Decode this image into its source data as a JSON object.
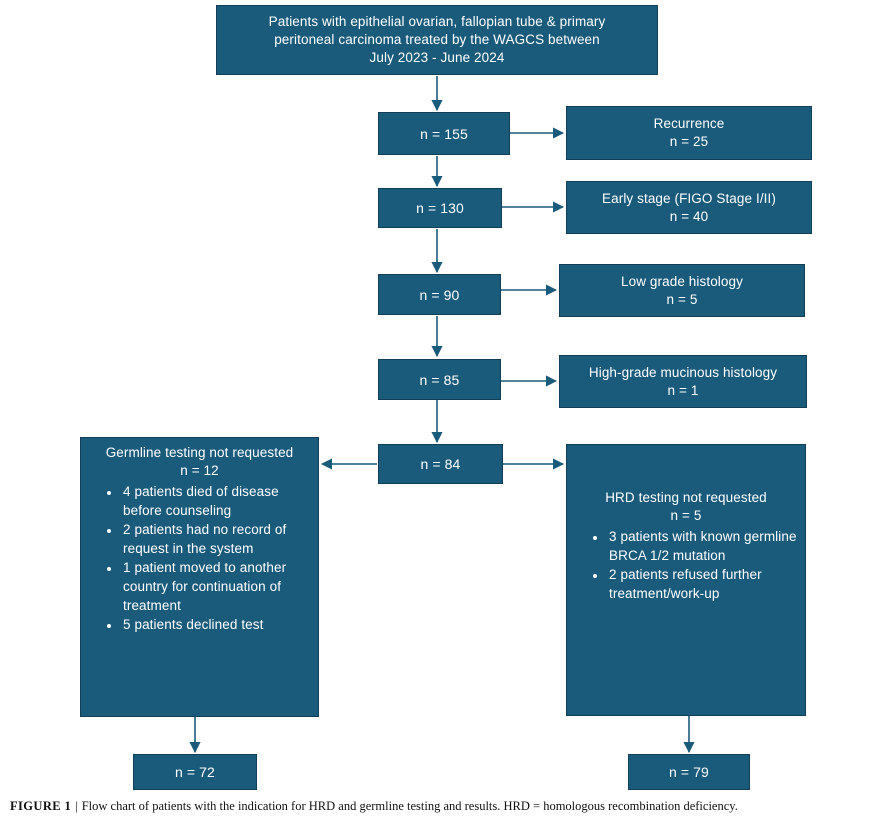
{
  "figure": {
    "label": "FIGURE 1",
    "separator": "|",
    "caption": "Flow chart of patients with the indication for HRD and germline testing and results. HRD = homologous recombination deficiency."
  },
  "colors": {
    "box_fill": "#1a5b7c",
    "box_border": "#123f57",
    "box_text": "#ffffff",
    "connector": "#1a5b7c",
    "page_background": "#ffffff"
  },
  "chart_data": {
    "type": "diagram",
    "title": "Flow chart of patients with the indication for HRD and germline testing and results",
    "nodes": [
      {
        "id": "cohort",
        "label": "Patients with epithelial ovarian, fallopian tube & primary\nperitoneal carcinoma treated by the WAGCS between\nJuly 2023 - June 2024",
        "n": null
      },
      {
        "id": "n155",
        "label": "n = 155",
        "n": 155
      },
      {
        "id": "n130",
        "label": "n = 130",
        "n": 130
      },
      {
        "id": "n90",
        "label": "n = 90",
        "n": 90
      },
      {
        "id": "n85",
        "label": "n = 85",
        "n": 85
      },
      {
        "id": "n84",
        "label": "n = 84",
        "n": 84
      },
      {
        "id": "recurrence",
        "title": "Recurrence",
        "label": "n = 25",
        "n": 25
      },
      {
        "id": "early_stage",
        "title": "Early stage (FIGO Stage I/II)",
        "label": "n = 40",
        "n": 40
      },
      {
        "id": "low_grade",
        "title": "Low grade histology",
        "label": "n = 5",
        "n": 5
      },
      {
        "id": "high_grade_mucinous",
        "title": "High-grade mucinous histology",
        "label": "n = 1",
        "n": 1
      },
      {
        "id": "germline_not_requested",
        "title": "Germline testing not requested",
        "label": "n = 12",
        "n": 12
      },
      {
        "id": "hrd_not_requested",
        "title": "HRD testing not requested",
        "label": "n = 5",
        "n": 5
      },
      {
        "id": "n72",
        "label": "n = 72",
        "n": 72
      },
      {
        "id": "n79",
        "label": "n = 79",
        "n": 79
      }
    ],
    "edges": [
      {
        "from": "cohort",
        "to": "n155"
      },
      {
        "from": "n155",
        "to": "recurrence"
      },
      {
        "from": "n155",
        "to": "n130"
      },
      {
        "from": "n130",
        "to": "early_stage"
      },
      {
        "from": "n130",
        "to": "n90"
      },
      {
        "from": "n90",
        "to": "low_grade"
      },
      {
        "from": "n90",
        "to": "n85"
      },
      {
        "from": "n85",
        "to": "high_grade_mucinous"
      },
      {
        "from": "n85",
        "to": "n84"
      },
      {
        "from": "n84",
        "to": "germline_not_requested"
      },
      {
        "from": "n84",
        "to": "hrd_not_requested"
      },
      {
        "from": "germline_not_requested",
        "to": "n72"
      },
      {
        "from": "hrd_not_requested",
        "to": "n79"
      }
    ]
  },
  "boxes": {
    "cohort": {
      "text": "Patients with epithelial ovarian, fallopian tube & primary\nperitoneal carcinoma treated by the WAGCS between\nJuly 2023 - June 2024"
    },
    "n155": {
      "text": "n = 155"
    },
    "n130": {
      "text": "n = 130"
    },
    "n90": {
      "text": "n = 90"
    },
    "n85": {
      "text": "n = 85"
    },
    "n84": {
      "text": "n = 84"
    },
    "recurrence": {
      "text": "Recurrence\nn = 25"
    },
    "early_stage": {
      "text": "Early stage (FIGO Stage I/II)\nn = 40"
    },
    "low_grade": {
      "text": "Low grade histology\nn = 5"
    },
    "high_grade_mucinous": {
      "text": "High-grade mucinous histology\nn = 1"
    },
    "germline_not_requested": {
      "head": "Germline testing not requested\nn = 12",
      "items": [
        "4 patients died of disease before counseling",
        "2 patients had no record of request in the system",
        "1 patient moved to another country for continuation of treatment",
        "5 patients declined test"
      ]
    },
    "hrd_not_requested": {
      "head": "HRD testing not requested\nn = 5",
      "items": [
        "3 patients with known germline BRCA 1/2 mutation",
        "2 patients refused further treatment/work-up"
      ]
    },
    "n72": {
      "text": "n = 72"
    },
    "n79": {
      "text": "n = 79"
    }
  }
}
